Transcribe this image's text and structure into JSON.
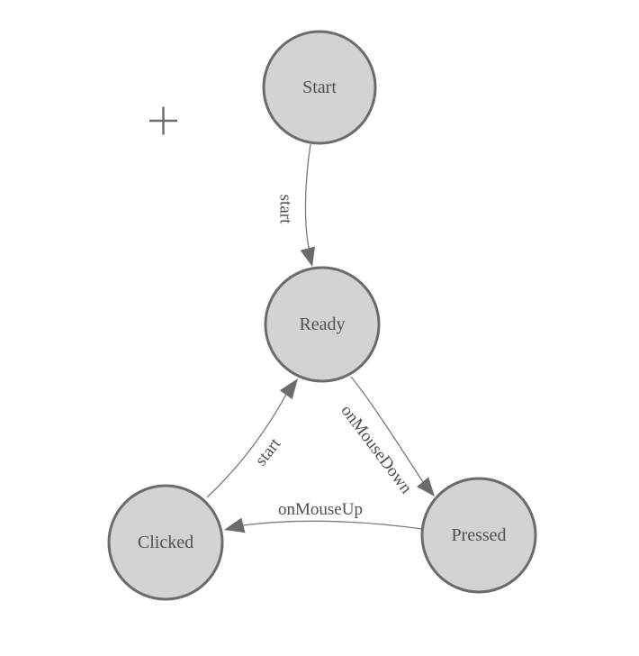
{
  "diagram": {
    "type": "state-machine",
    "title": "",
    "states": [
      {
        "id": "start",
        "label": "Start"
      },
      {
        "id": "ready",
        "label": "Ready"
      },
      {
        "id": "clicked",
        "label": "Clicked"
      },
      {
        "id": "pressed",
        "label": "Pressed"
      }
    ],
    "transitions": [
      {
        "from": "Start",
        "to": "Ready",
        "label": "start"
      },
      {
        "from": "Ready",
        "to": "Pressed",
        "label": "onMouseDown"
      },
      {
        "from": "Pressed",
        "to": "Clicked",
        "label": "onMouseUp"
      },
      {
        "from": "Clicked",
        "to": "Ready",
        "label": "start"
      }
    ]
  },
  "cursor": {
    "type": "crosshair-plus"
  },
  "colors": {
    "background": "#ffffff",
    "node_fill": "#d3d3d3",
    "node_stroke": "#6b6b6b",
    "edge_stroke": "#7a7a7a",
    "arrow_fill": "#6b6b6b",
    "text": "#4f4f4f"
  }
}
